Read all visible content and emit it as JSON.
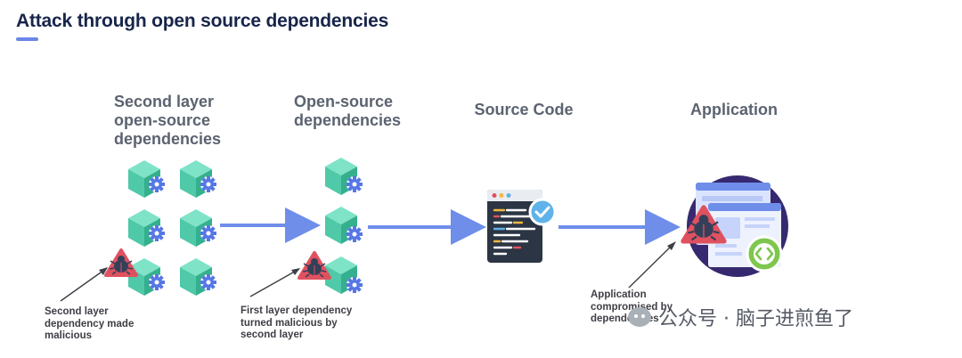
{
  "title": "Attack through open source dependencies",
  "columns": {
    "second_layer": "Second layer open-source dependencies",
    "open_source": "Open-source dependencies",
    "source_code": "Source Code",
    "application": "Application"
  },
  "notes": {
    "second_layer_malicious": "Second layer dependency made malicious",
    "first_layer_malicious": "First layer dependency turned malicious by second layer",
    "app_compromised": "Application compromised by dependencies"
  },
  "watermark": "公众号 · 脑子进煎鱼了",
  "colors": {
    "cube_top": "#7fe3c8",
    "cube_left": "#4fc9a8",
    "cube_right": "#35b08f",
    "gear": "#5677e6",
    "arrow": "#6f8eea",
    "threat": "#e0515f",
    "bug": "#34405a",
    "check": "#5fb3e8",
    "app_circle": "#37296f",
    "code_badge": "#7ec64d"
  }
}
